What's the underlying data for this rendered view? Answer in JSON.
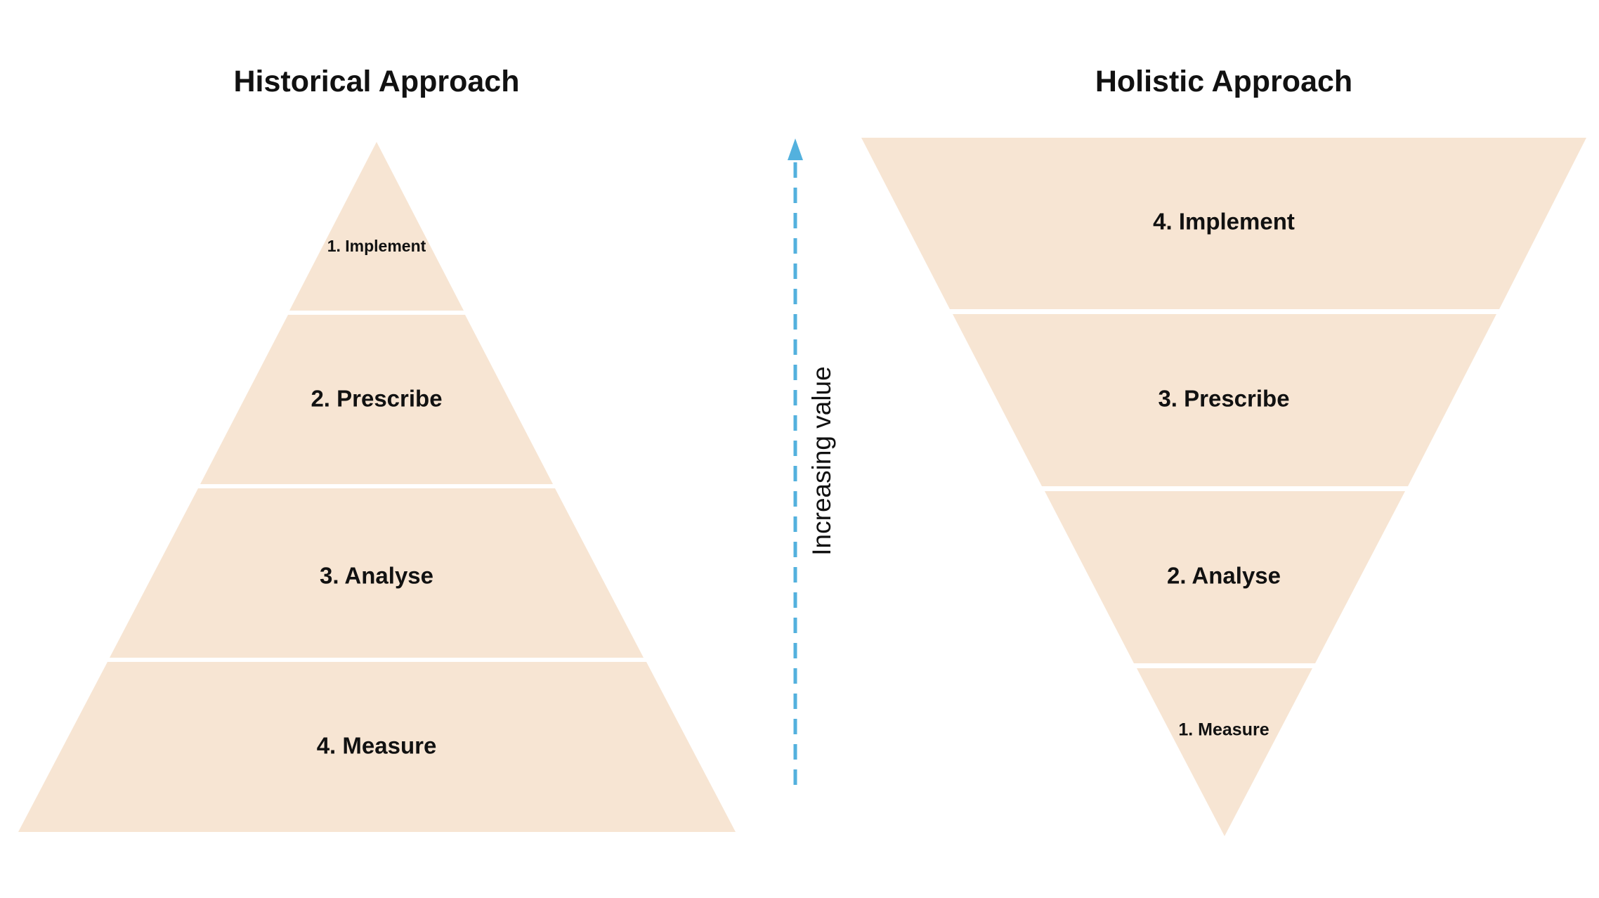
{
  "diagram": {
    "colors": {
      "tier_fill": "#F7E5D3",
      "arrow": "#53B1DE",
      "text": "#111111",
      "background": "#FFFFFF"
    },
    "left": {
      "title": "Historical Approach",
      "shape": "pyramid",
      "tiers": [
        "1. Implement",
        "2. Prescribe",
        "3. Analyse",
        "4. Measure"
      ]
    },
    "right": {
      "title": "Holistic Approach",
      "shape": "inverted-pyramid",
      "tiers": [
        "4. Implement",
        "3. Prescribe",
        "2. Analyse",
        "1. Measure"
      ]
    },
    "axis": {
      "label": "Increasing value",
      "direction": "up",
      "style": "dashed-arrow"
    }
  }
}
